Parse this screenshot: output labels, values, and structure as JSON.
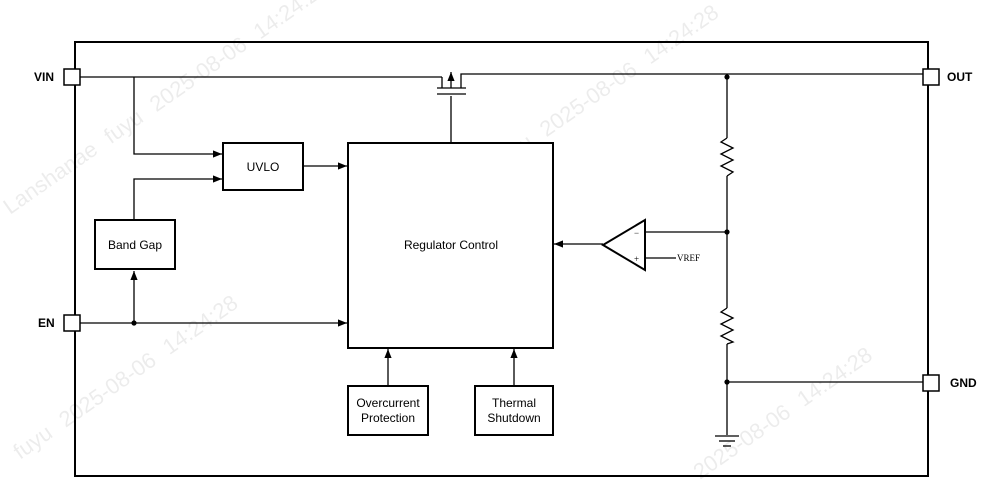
{
  "pins": {
    "vin": "VIN",
    "en": "EN",
    "out": "OUT",
    "gnd": "GND"
  },
  "blocks": {
    "uvlo": "UVLO",
    "band_gap": "Band Gap",
    "regulator_control": "Regulator Control",
    "overcurrent": [
      "Overcurrent",
      "Protection"
    ],
    "thermal": [
      "Thermal",
      "Shutdown"
    ]
  },
  "amplifier": {
    "minus": "−",
    "plus": "+",
    "vref": "VREF"
  },
  "watermark": [
    "Lanshanae",
    "fuyu",
    "2025-08-06",
    "14:24:28"
  ]
}
